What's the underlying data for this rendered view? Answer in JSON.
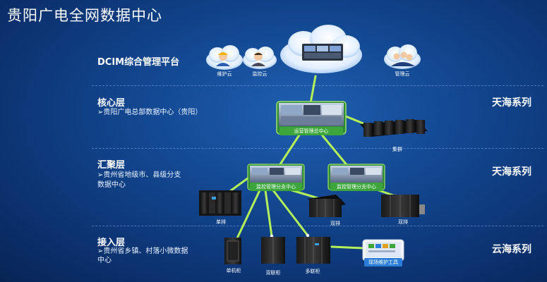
{
  "title": "贵阳广电全网数据中心",
  "layers": {
    "dcim": {
      "name": "DCIM综合管理平台"
    },
    "core": {
      "name": "核心层",
      "desc": "➢贵阳广电总部数据中心（贵阳）",
      "series": "天海系列"
    },
    "aggregation": {
      "name": "汇聚层",
      "desc_line1": "➢贵州省地级市、县级分支",
      "desc_line2": "数据中心",
      "series": "天海系列"
    },
    "access": {
      "name": "接入层",
      "desc_line1": "➢贵州省乡镇、村落小微数据",
      "desc_line2": "中心",
      "series": "云海系列"
    }
  },
  "clouds": {
    "maintenance": "维护云",
    "monitoring": "监控云",
    "management": "管理云"
  },
  "nodes": {
    "ops_center": "运营管理总中心",
    "cluster": "集群",
    "monitor_branch_left": "监控管理分支中心",
    "monitor_branch_right": "监控管理分支中心",
    "single_row": "单排",
    "double_row_left": "双排",
    "double_row_right": "双排",
    "single_cabinet": "单机柜",
    "dual_cabinet": "双联柜",
    "multi_cabinet": "多联柜",
    "field_tool": "现场维护工具"
  },
  "colors": {
    "link": "#b4ef5a",
    "hub_label": "#3ca63c",
    "background": "#12468f"
  }
}
